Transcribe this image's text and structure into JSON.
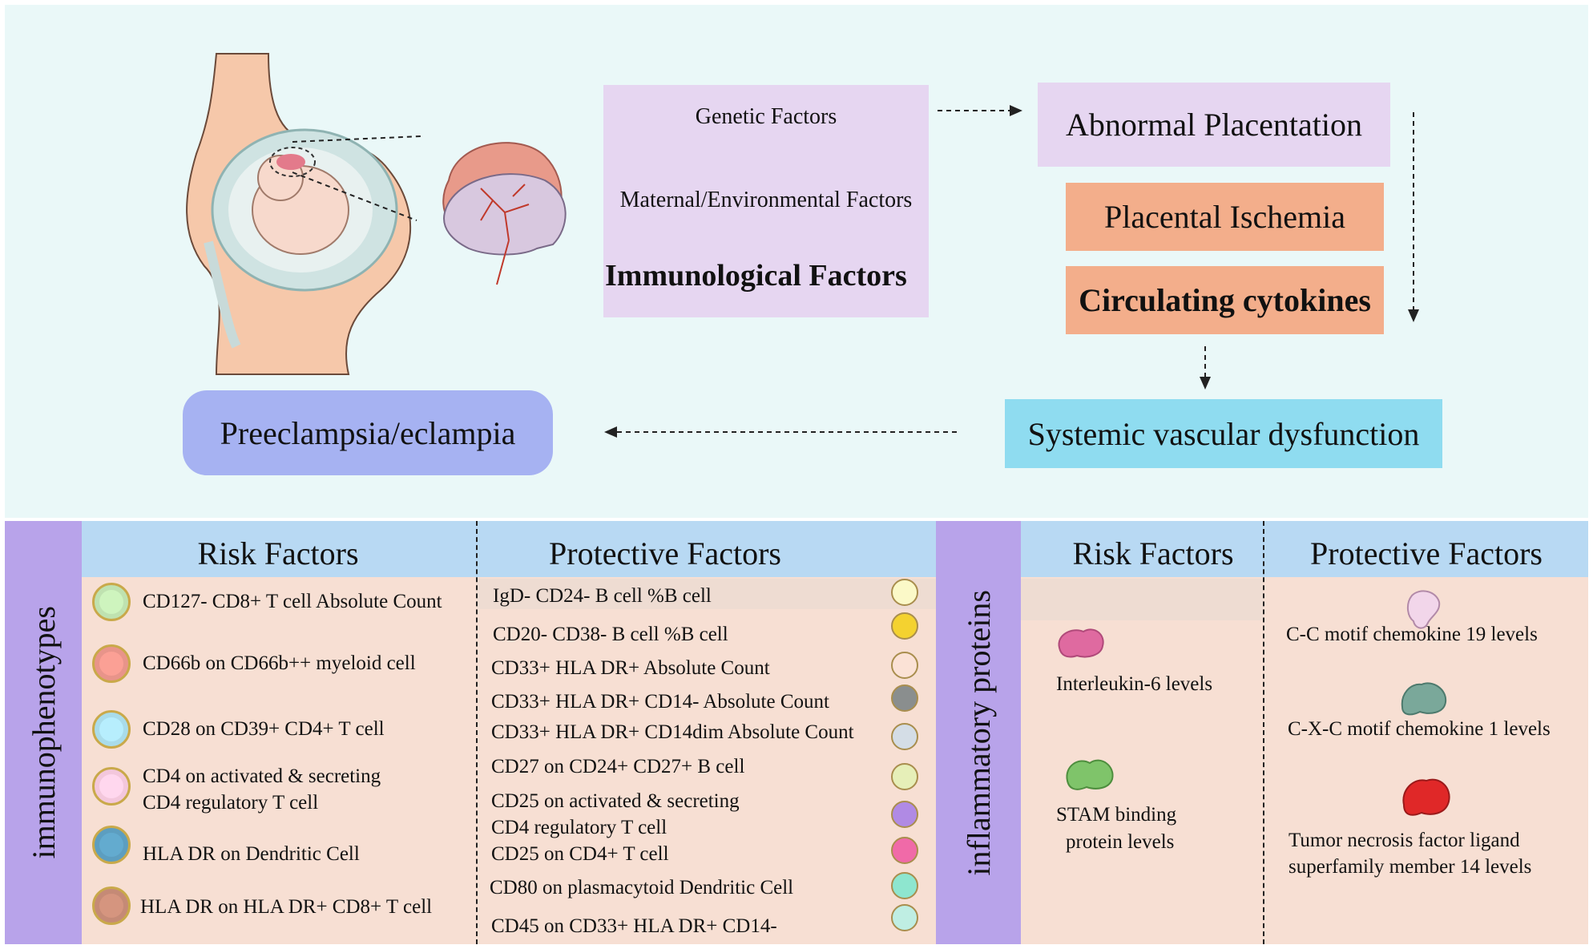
{
  "top": {
    "factors": {
      "genetic": "Genetic Factors",
      "maternal": "Maternal/Environmental Factors",
      "immunological": "Immunological Factors"
    },
    "abnormal_placentation": "Abnormal Placentation",
    "placental_ischemia": "Placental Ischemia",
    "circulating_cytokines": "Circulating cytokines",
    "systemic_vascular": "Systemic vascular dysfunction",
    "preeclampsia": "Preeclampsia/eclampia"
  },
  "immunophenotypes": {
    "label": "immunophenotypes",
    "risk_header": "Risk Factors",
    "protective_header": "Protective Factors",
    "risk_items": [
      "CD127- CD8+ T cell Absolute Count",
      "CD66b on CD66b++ myeloid cell",
      "CD28 on CD39+ CD4+ T cell",
      "CD4 on activated & secreting",
      "CD4 regulatory T cell",
      "HLA DR on Dendritic Cell",
      "HLA DR on HLA DR+ CD8+ T cell"
    ],
    "protective_items": [
      "IgD- CD24- B cell %B cell",
      "CD20- CD38- B cell %B cell",
      "CD33+ HLA DR+ Absolute Count",
      "CD33+ HLA DR+ CD14- Absolute Count",
      "CD33+ HLA DR+ CD14dim Absolute Count",
      "CD27 on CD24+ CD27+ B cell",
      "CD25 on activated & secreting",
      "CD4 regulatory T cell",
      "CD25 on CD4+ T cell",
      "CD80 on plasmacytoid Dendritic Cell",
      "CD45 on CD33+ HLA DR+ CD14-"
    ]
  },
  "inflammatory": {
    "label": "inflammatory proteins",
    "risk_header": "Risk Factors",
    "protective_header": "Protective Factors",
    "risk_items": [
      "Interleukin-6 levels",
      "STAM binding",
      "protein levels"
    ],
    "protective_items": [
      "C-C motif chemokine 19 levels",
      "C-X-C motif chemokine 1 levels",
      "Tumor necrosis factor ligand",
      "superfamily member 14 levels"
    ]
  },
  "colors": {
    "top_bg": "#eaf8f8",
    "factor_box": "#e6d6f1",
    "orange_box": "#f3ae8b",
    "systemic_box": "#8fdcf0",
    "preeclampsia_box": "#a6b2f2",
    "side_label": "#b8a3ea",
    "header_strip": "#b8d9f3",
    "bottom_bg": "#f7dfd3"
  },
  "icons": [
    "pregnant-woman-illustration",
    "placenta-illustration",
    "cell-icon",
    "protein-blob-icon"
  ]
}
